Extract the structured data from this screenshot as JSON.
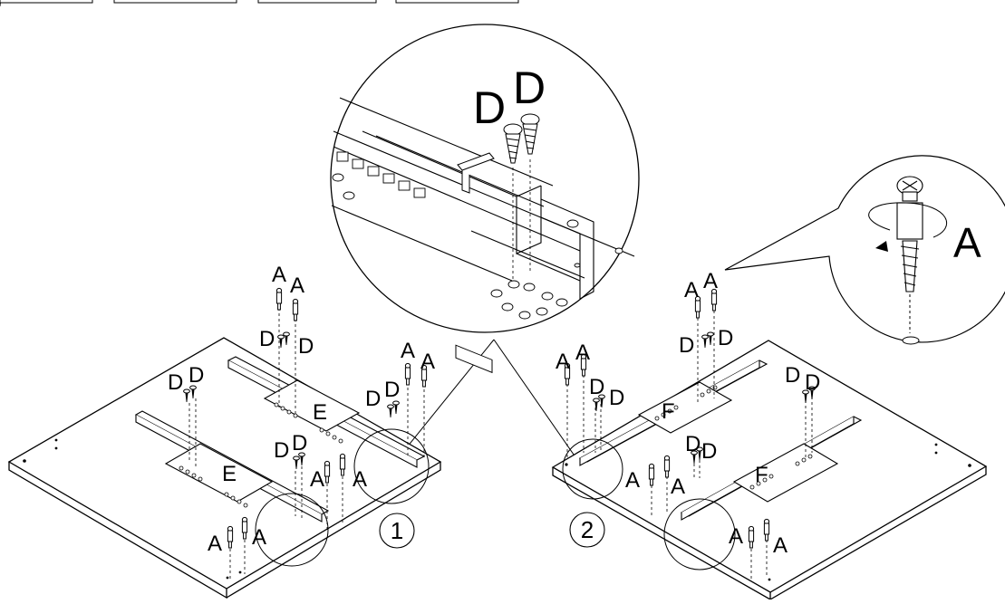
{
  "top_tabs": [
    "",
    "",
    "",
    ""
  ],
  "parts": {
    "a": "A",
    "d": "D",
    "e": "E",
    "f": "F"
  },
  "steps": {
    "one": "1",
    "two": "2"
  },
  "colors": {
    "line": "#000000",
    "background": "#ffffff",
    "fill": "#ffffff"
  }
}
